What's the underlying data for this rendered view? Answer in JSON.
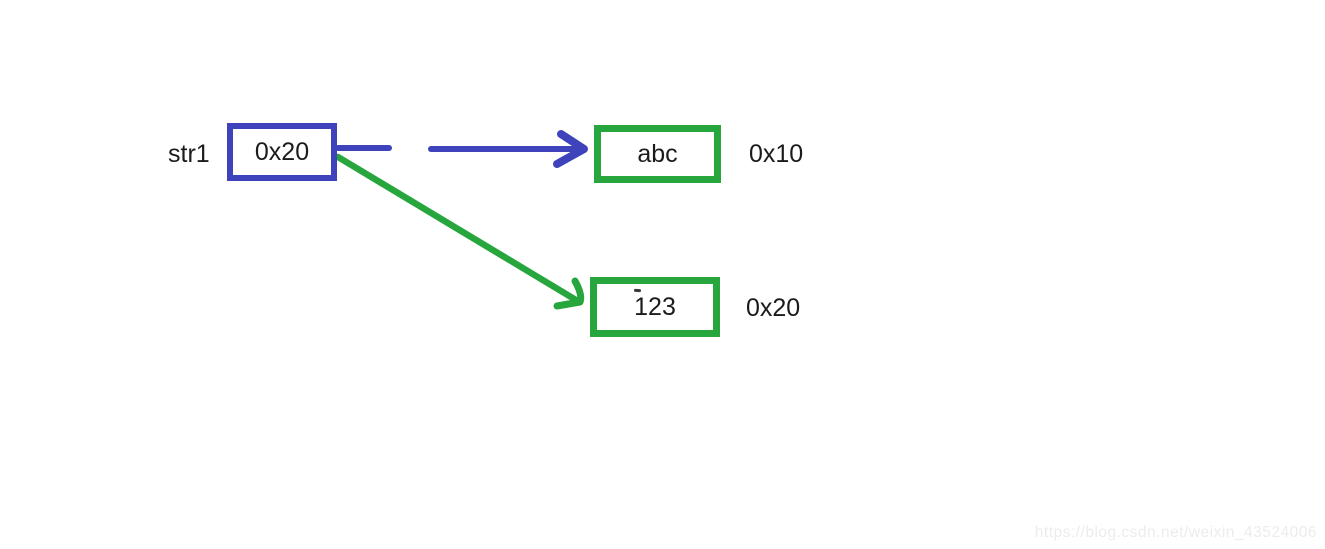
{
  "colors": {
    "pointer_blue": "#3e43bb",
    "value_green": "#28a63e",
    "text_dark": "#1b1b1b",
    "watermark_gray": "#ececec",
    "background": "#ffffff"
  },
  "diagram": {
    "variable": {
      "name": "str1",
      "value": "0x20"
    },
    "nodes": [
      {
        "value": "abc",
        "address": "0x10"
      },
      {
        "value": "123",
        "address": "0x20"
      }
    ],
    "arrows": [
      {
        "style": "blue-dashed",
        "meaning": "str1 points to abc at 0x10"
      },
      {
        "style": "green-solid",
        "meaning": "str1 points to 123 at 0x20"
      }
    ],
    "watermark": "https://blog.csdn.net/weixin_43524006"
  }
}
